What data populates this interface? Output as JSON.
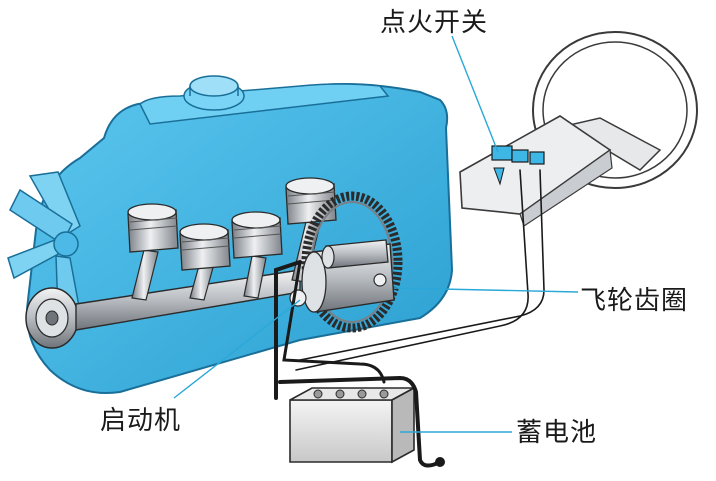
{
  "labels": {
    "ignition_switch": "点火开关",
    "flywheel_ring_gear": "飞轮齿圈",
    "starter_motor": "启动机",
    "battery": "蓄电池"
  },
  "colors": {
    "engine_block": "#3fb7e6",
    "engine_edge": "#1a6f99",
    "metal": "#c9ccd0",
    "leader_line": "#2aa8d8",
    "cable": "#1a1a1a"
  }
}
